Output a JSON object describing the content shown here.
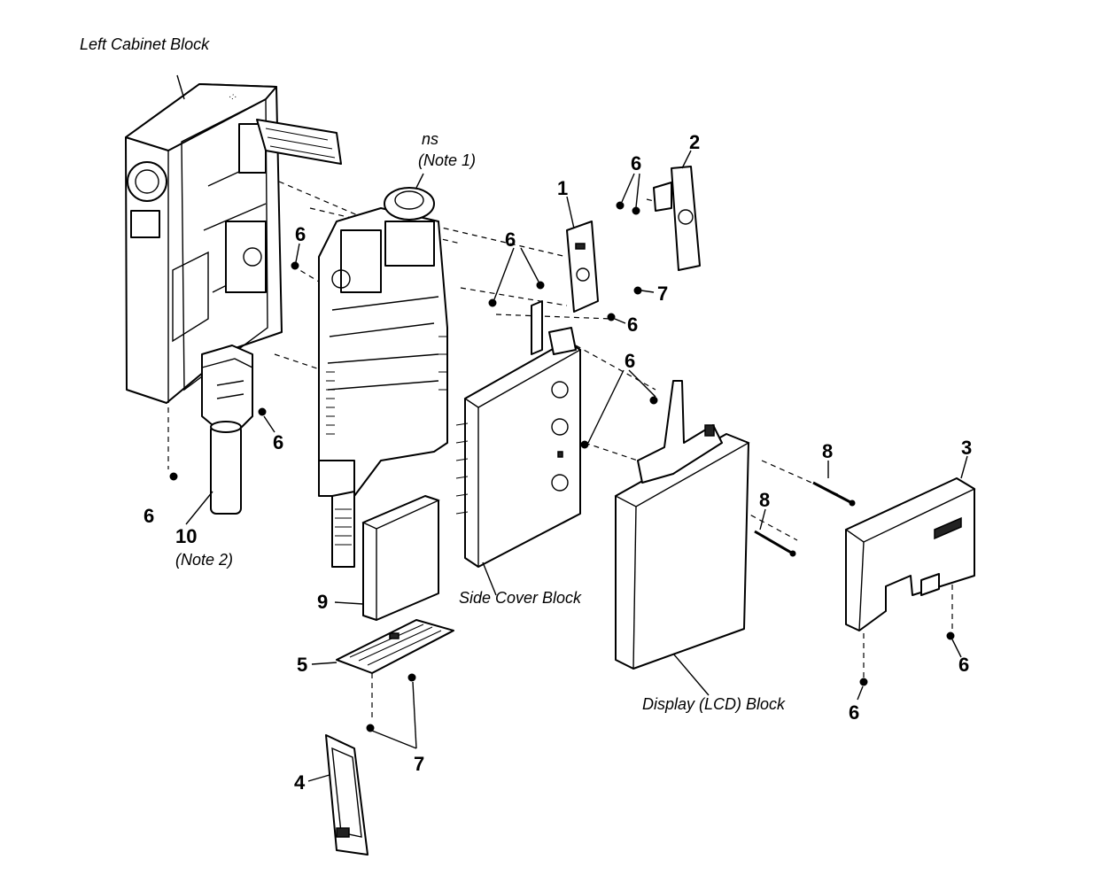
{
  "labels": {
    "left_cabinet_block": "Left Cabinet Block",
    "ns": "ns",
    "note1": "(Note 1)",
    "side_cover_block": "Side Cover Block",
    "display_block": "Display (LCD) Block",
    "note2": "(Note 2)"
  },
  "callouts": {
    "c1": "1",
    "c2": "2",
    "c3": "3",
    "c4": "4",
    "c5": "5",
    "c6": "6",
    "c7": "7",
    "c8": "8",
    "c9": "9",
    "c10": "10"
  }
}
